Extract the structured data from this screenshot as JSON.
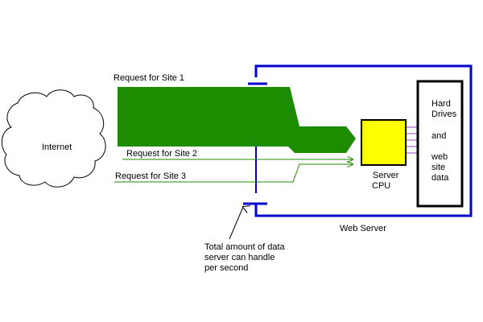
{
  "labels": {
    "internet": "Internet",
    "request_site_1": "Request for Site 1",
    "request_site_2": "Request for Site 2",
    "request_site_3": "Request for Site 3",
    "server_cpu_line1": "Server",
    "server_cpu_line2": "CPU",
    "hard_drives_line1": "Hard",
    "hard_drives_line2": "Drives",
    "hard_drives_line3": "and",
    "hard_drives_line4": "web",
    "hard_drives_line5": "site",
    "hard_drives_line6": "data",
    "web_server": "Web Server",
    "capacity_line1": "Total amount of data",
    "capacity_line2": "server can handle",
    "capacity_line3": "per second"
  },
  "colors": {
    "request_stream": "#1e8c00",
    "server_border": "#0000cc",
    "cpu_fill": "#ffff00",
    "drive_links": "#a040c0",
    "outline": "#000000"
  }
}
